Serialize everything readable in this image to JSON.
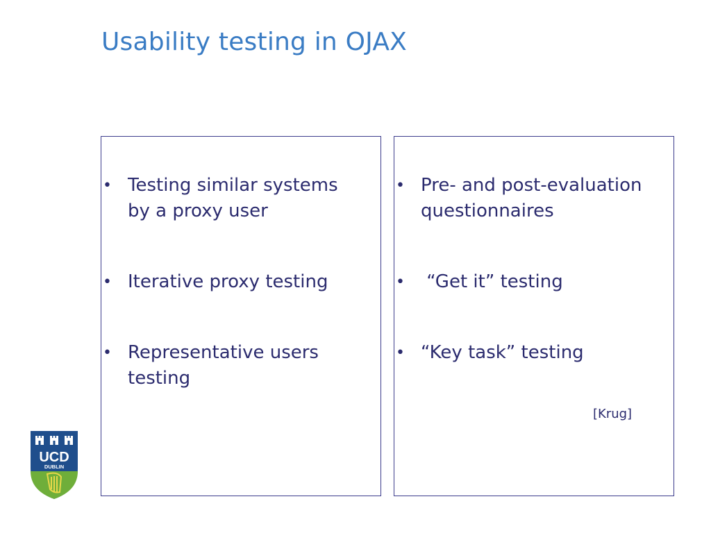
{
  "slide": {
    "title": "Usability testing in OJAX"
  },
  "left_column": {
    "items": [
      {
        "line1": "Testing similar systems",
        "line2": "by a proxy user"
      },
      {
        "line1": "Iterative proxy testing",
        "line2": ""
      },
      {
        "line1": "Representative users",
        "line2": "testing"
      }
    ]
  },
  "right_column": {
    "items": [
      {
        "line1": "Pre- and post-evaluation",
        "line2": "questionnaires"
      },
      {
        "line1": " “Get it” testing",
        "line2": ""
      },
      {
        "line1": "“Key task” testing",
        "line2": ""
      }
    ],
    "citation": "[Krug]"
  },
  "logo": {
    "text_main": "UCD",
    "text_sub": "DUBLIN",
    "icon": "ucd-crest-icon"
  },
  "colors": {
    "title": "#3a7cc4",
    "body": "#2b2b6e",
    "border": "#3c3c8c",
    "crest_blue": "#1f4e8c",
    "crest_green": "#6fae3a",
    "crest_yellow": "#e8d84a"
  }
}
